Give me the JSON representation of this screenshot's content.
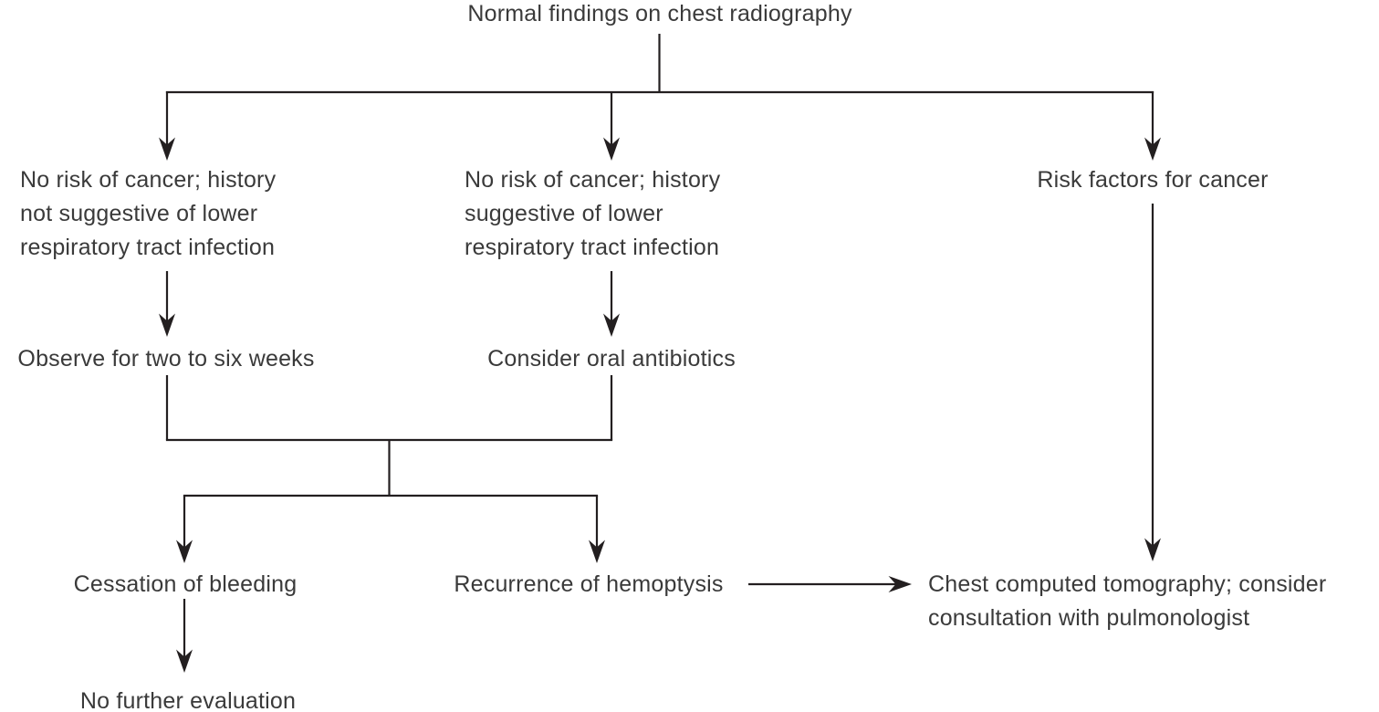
{
  "diagram": {
    "title": "Normal findings on chest radiography",
    "nodes": {
      "left_branch": "No risk of cancer; history\nnot suggestive of lower\nrespiratory tract infection",
      "middle_branch": "No risk of cancer; history\nsuggestive of lower\nrespiratory tract infection",
      "right_branch": "Risk factors for cancer",
      "observe": "Observe for two to six weeks",
      "antibiotics": "Consider oral antibiotics",
      "cessation": "Cessation of bleeding",
      "recurrence": "Recurrence of hemoptysis",
      "ct": "Chest computed tomography; consider\nconsultation with pulmonologist",
      "no_further": "No further evaluation"
    },
    "colors": {
      "line": "#231f20",
      "text": "#3a3a3a",
      "background": "#ffffff"
    }
  }
}
